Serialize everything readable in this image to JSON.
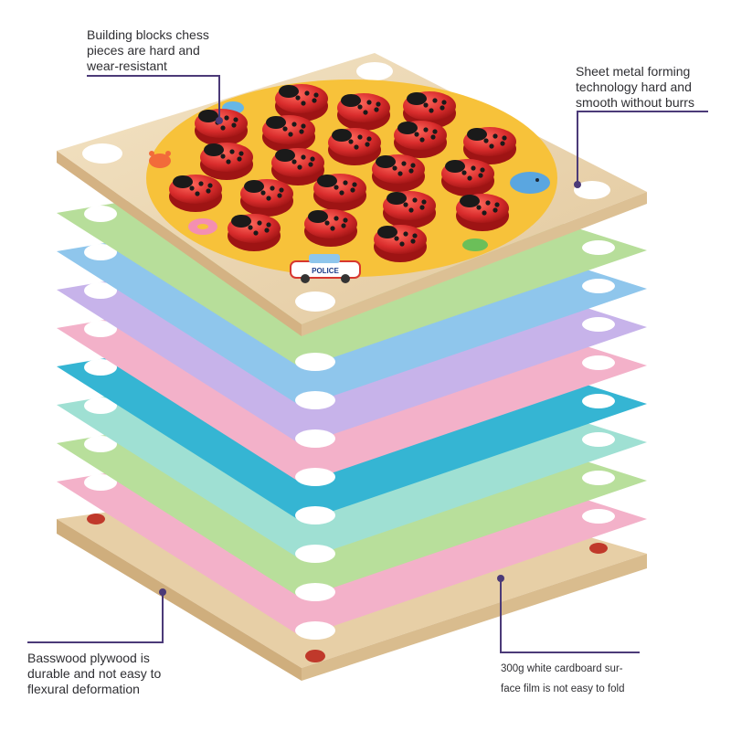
{
  "callouts": {
    "top_left": {
      "lines": [
        "Building blocks chess",
        "pieces are hard and",
        "wear-resistant"
      ]
    },
    "top_right": {
      "lines": [
        "Sheet metal forming",
        "technology hard and",
        "smooth without burrs"
      ]
    },
    "bottom_left": {
      "lines": [
        "Basswood plywood is",
        "durable and not easy to",
        "flexural deformation"
      ]
    },
    "bottom_right": {
      "lines": [
        "300g white cardboard sur-",
        "face film is not easy to fold"
      ]
    }
  },
  "board": {
    "car_label": "POLICE"
  },
  "colors": {
    "callout_line": "#4b3a78",
    "wood": "#ecd8b6",
    "game_disc": "#f7c23a",
    "ladybug": "#d92c2c",
    "card_layers": [
      "#b7de9a",
      "#8fc6ec",
      "#c7b3ea",
      "#f3b1c9",
      "#35b5d3",
      "#9fe0d3",
      "#b8df9b",
      "#f3b1c9"
    ]
  }
}
